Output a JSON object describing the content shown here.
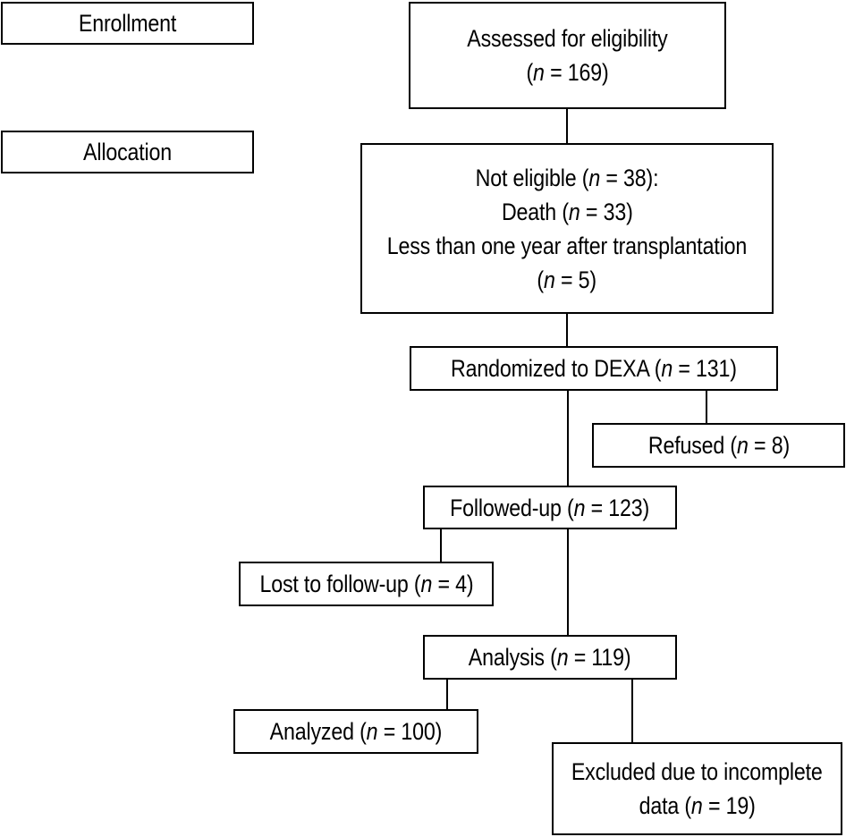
{
  "colors": {
    "box_border": "#000000",
    "box_background": "#ffffff",
    "text_color": "#000000",
    "page_background": "#ffffff"
  },
  "diagram": {
    "stage_labels": [
      {
        "id": "enrollment",
        "label": "Enrollment"
      },
      {
        "id": "allocation",
        "label": "Allocation"
      }
    ],
    "boxes": {
      "assessed": {
        "lines": [
          "Assessed for eligibility",
          "(n = 169)"
        ]
      },
      "not_eligible": {
        "lines": [
          "Not eligible (n = 38):",
          "Death (n = 33)",
          "Less than one year after transplantation",
          "(n = 5)"
        ]
      },
      "randomized": {
        "lines": [
          "Randomized to DEXA (n = 131)"
        ]
      },
      "refused": {
        "lines": [
          "Refused (n = 8)"
        ]
      },
      "followed_up": {
        "lines": [
          "Followed-up (n = 123)"
        ]
      },
      "lost": {
        "lines": [
          "Lost to follow-up (n = 4)"
        ]
      },
      "analysis": {
        "lines": [
          "Analysis (n = 119)"
        ]
      },
      "analyzed": {
        "lines": [
          "Analyzed (n = 100)"
        ]
      },
      "excluded": {
        "lines": [
          "Excluded due to incomplete",
          "data (n = 19)"
        ]
      }
    }
  }
}
